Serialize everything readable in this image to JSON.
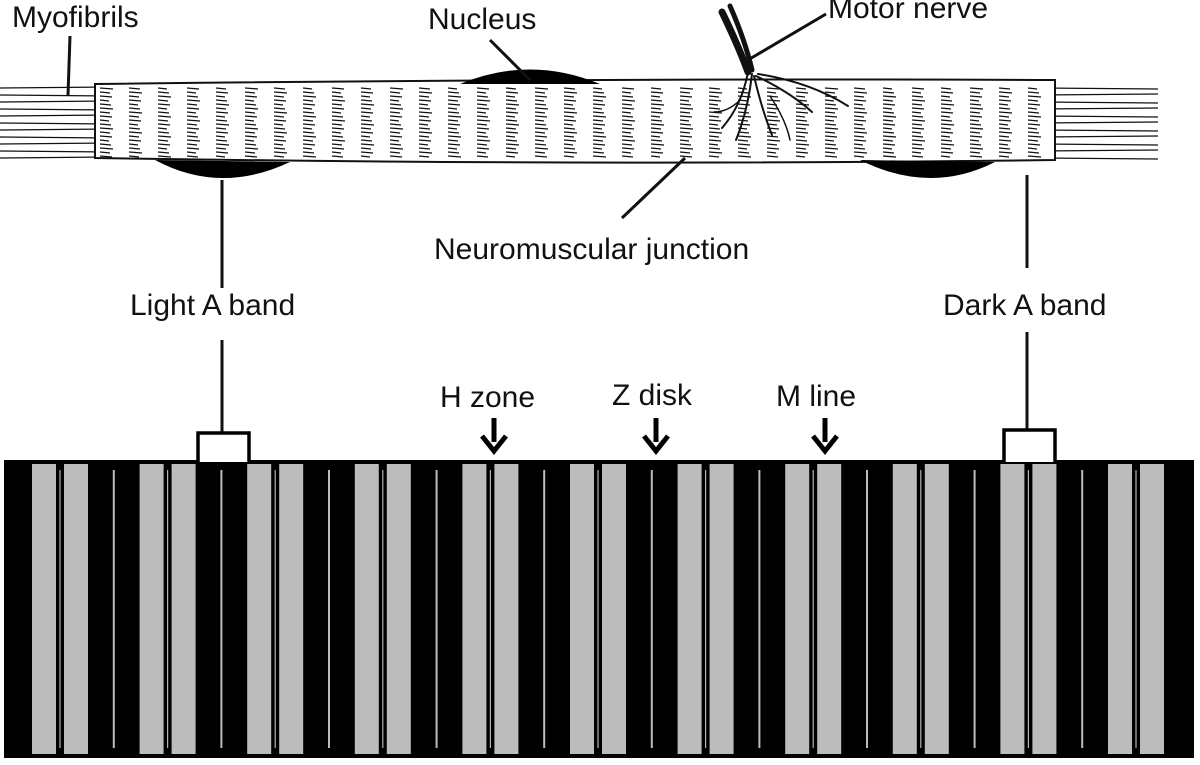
{
  "labels": {
    "myofibrils": "Myofibrils",
    "nucleus": "Nucleus",
    "motor_nerve": "Motor nerve",
    "neuromuscular_junction": "Neuromuscular junction",
    "light_a_band": "Light A band",
    "dark_a_band": "Dark A band",
    "h_zone": "H zone",
    "z_disk": "Z disk",
    "m_line": "M line"
  },
  "colors": {
    "ink": "#111111",
    "light_band": "#bcbcbc",
    "dark_band": "#000000",
    "background": "#ffffff"
  }
}
